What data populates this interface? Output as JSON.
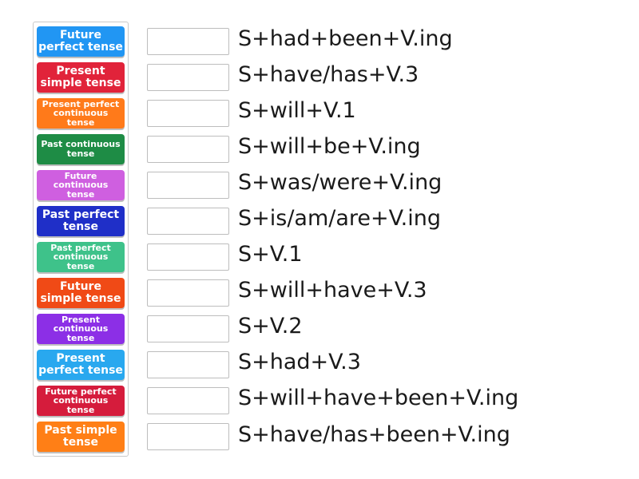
{
  "tiles": [
    {
      "label": "Future perfect tense",
      "color": "#2196f3",
      "size": "lg"
    },
    {
      "label": "Present simple tense",
      "color": "#e1233a",
      "size": "lg"
    },
    {
      "label": "Present perfect continuous tense",
      "color": "#ff7a1a",
      "size": "sm"
    },
    {
      "label": "Past continuous tense",
      "color": "#1e8c45",
      "size": "sm"
    },
    {
      "label": "Future continuous tense",
      "color": "#cf5fe0",
      "size": "sm"
    },
    {
      "label": "Past perfect tense",
      "color": "#1f2fc8",
      "size": "lg"
    },
    {
      "label": "Past perfect continuous tense",
      "color": "#3ec28a",
      "size": "sm"
    },
    {
      "label": "Future simple tense",
      "color": "#f04a16",
      "size": "lg"
    },
    {
      "label": "Present continuous tense",
      "color": "#8c2fe6",
      "size": "sm"
    },
    {
      "label": "Present perfect tense",
      "color": "#29a8ef",
      "size": "lg"
    },
    {
      "label": "Future perfect continuous tense",
      "color": "#d51c3c",
      "size": "sm"
    },
    {
      "label": "Past simple tense",
      "color": "#ff7f16",
      "size": "lg"
    }
  ],
  "targets": [
    "S+had+been+V.ing",
    "S+have/has+V.3",
    "S+will+V.1",
    "S+will+be+V.ing",
    "S+was/were+V.ing",
    "S+is/am/are+V.ing",
    "S+V.1",
    "S+will+have+V.3",
    "S+V.2",
    "S+had+V.3",
    "S+will+have+been+V.ing",
    "S+have/has+been+V.ing"
  ]
}
